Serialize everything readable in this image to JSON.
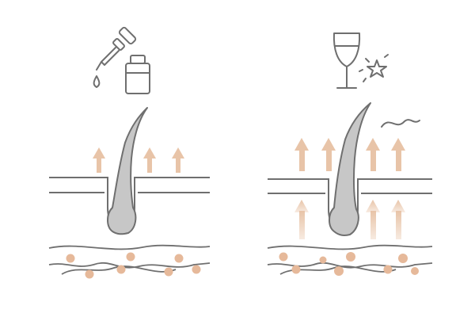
{
  "colors": {
    "line": "#6f6f6f",
    "hair_fill": "#c7c7c7",
    "arrow": "#e8c4a8",
    "particle": "#e6b99a",
    "background": "#ffffff"
  },
  "panels": [
    {
      "name": "dropper-and-bottle-condition",
      "icons": [
        "dropper-icon",
        "drop-icon",
        "bottle-icon"
      ],
      "arrows_above_skin": 3,
      "arrows_below_skin": 0
    },
    {
      "name": "wine-condition",
      "icons": [
        "wine-glass-icon",
        "sparkle-star-icon",
        "wave-icon"
      ],
      "arrows_above_skin": 4,
      "arrows_below_skin": 3
    }
  ]
}
